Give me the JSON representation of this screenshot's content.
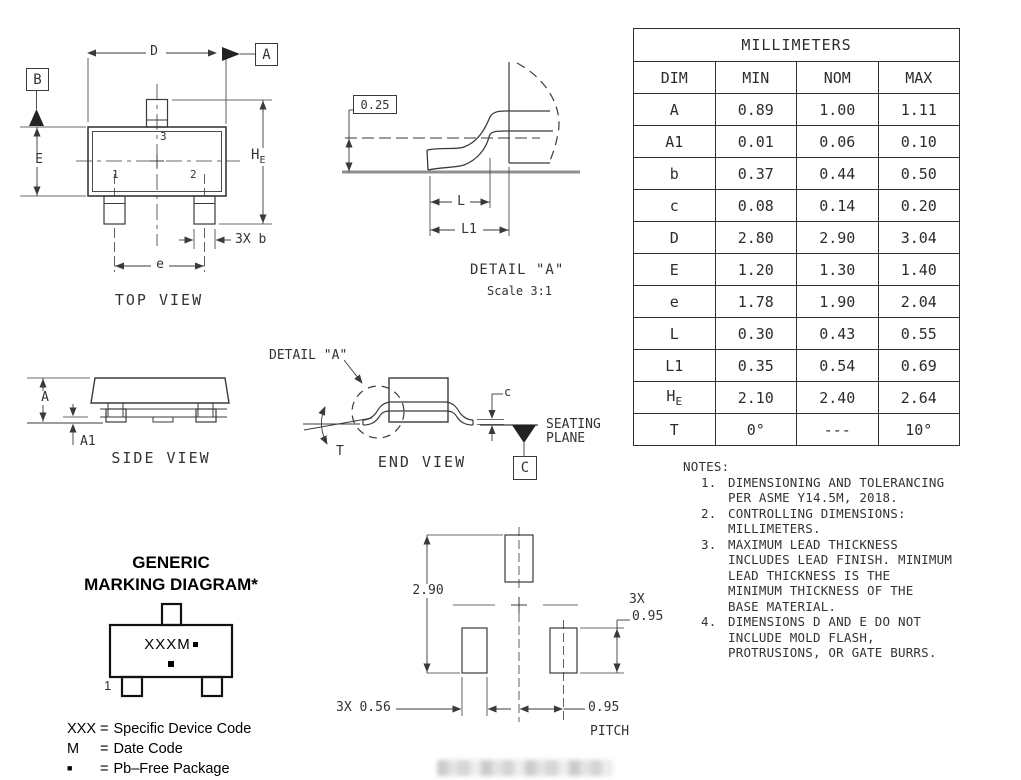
{
  "colors": {
    "line": "#3a3a3a",
    "bold_line": "#111111",
    "seating_gray": "#8f8f8f",
    "text": "#333333"
  },
  "dim_table": {
    "title": "MILLIMETERS",
    "columns": [
      "DIM",
      "MIN",
      "NOM",
      "MAX"
    ],
    "rows": [
      {
        "dim": "A",
        "min": "0.89",
        "nom": "1.00",
        "max": "1.11"
      },
      {
        "dim": "A1",
        "min": "0.01",
        "nom": "0.06",
        "max": "0.10"
      },
      {
        "dim": "b",
        "min": "0.37",
        "nom": "0.44",
        "max": "0.50"
      },
      {
        "dim": "c",
        "min": "0.08",
        "nom": "0.14",
        "max": "0.20"
      },
      {
        "dim": "D",
        "min": "2.80",
        "nom": "2.90",
        "max": "3.04"
      },
      {
        "dim": "E",
        "min": "1.20",
        "nom": "1.30",
        "max": "1.40"
      },
      {
        "dim": "e",
        "min": "1.78",
        "nom": "1.90",
        "max": "2.04"
      },
      {
        "dim": "L",
        "min": "0.30",
        "nom": "0.43",
        "max": "0.55"
      },
      {
        "dim": "L1",
        "min": "0.35",
        "nom": "0.54",
        "max": "0.69"
      },
      {
        "dim_main": "H",
        "dim_sub": "E",
        "min": "2.10",
        "nom": "2.40",
        "max": "2.64"
      },
      {
        "dim": "T",
        "min": "0°",
        "nom": "---",
        "max": "10°"
      }
    ]
  },
  "notes": {
    "heading": "NOTES:",
    "items": [
      {
        "num": "1.",
        "text": "DIMENSIONING AND TOLERANCING\nPER ASME Y14.5M, 2018."
      },
      {
        "num": "2.",
        "text": "CONTROLLING DIMENSIONS:\nMILLIMETERS."
      },
      {
        "num": "3.",
        "text": "MAXIMUM LEAD THICKNESS\nINCLUDES LEAD FINISH. MINIMUM\nLEAD THICKNESS IS THE\nMINIMUM THICKNESS OF THE\nBASE MATERIAL."
      },
      {
        "num": "4.",
        "text": "DIMENSIONS D AND E DO NOT\nINCLUDE MOLD FLASH,\nPROTRUSIONS, OR GATE BURRS."
      }
    ]
  },
  "top_view": {
    "title": "TOP VIEW",
    "dim_d": "D",
    "dim_e_body": "E",
    "he_main": "H",
    "he_sub": "E",
    "dim_b": "3X b",
    "dim_e_pitch": "e",
    "pin1": "1",
    "pin2": "2",
    "pin3": "3",
    "datum_a": "A",
    "datum_b": "B"
  },
  "detail_a": {
    "title": "DETAIL \"A\"",
    "scale": "Scale 3:1",
    "gauge": "0.25",
    "dim_l": "L",
    "dim_l1": "L1"
  },
  "side_view": {
    "title": "SIDE VIEW",
    "dim_a": "A",
    "dim_a1": "A1"
  },
  "end_view": {
    "title": "END VIEW",
    "detail_ref": "DETAIL \"A\"",
    "dim_c": "c",
    "dim_t": "T",
    "seating_line1": "SEATING",
    "seating_line2": "PLANE",
    "datum_c": "C"
  },
  "marking": {
    "title_line1": "GENERIC",
    "title_line2": "MARKING DIAGRAM*",
    "code": "XXXM",
    "pin1": "1",
    "legend": [
      {
        "sym": "XXX",
        "eq": "=",
        "desc": "Specific Device Code"
      },
      {
        "sym": "M",
        "eq": "=",
        "desc": "Date Code"
      },
      {
        "sym": "■",
        "eq": "=",
        "desc": "Pb–Free Package"
      }
    ]
  },
  "footprint": {
    "dim_height": "2.90",
    "pad_count": "3X",
    "pad_height": "0.95",
    "pad_width": "3X 0.56",
    "pitch_value": "0.95",
    "pitch_label": "PITCH"
  }
}
